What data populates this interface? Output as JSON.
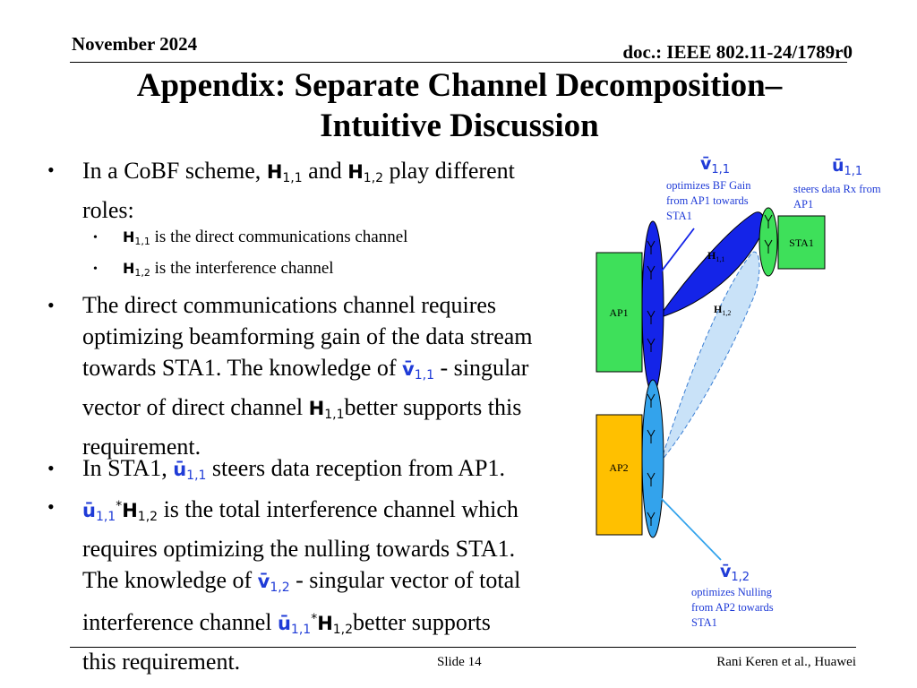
{
  "header": {
    "date": "November 2024",
    "doc": "doc.: IEEE 802.11-24/1789r0"
  },
  "title": {
    "line1": "Appendix: Separate Channel Decomposition–",
    "line2": "Intuitive Discussion"
  },
  "bullets": {
    "b1": {
      "pre": "In a CoBF scheme, ",
      "mid": " and ",
      "post": " play different",
      "line2": "roles:"
    },
    "s1": {
      "text": " is the direct communications channel"
    },
    "s2": {
      "text": " is the interference channel"
    },
    "b2": {
      "line1": "The direct communications channel requires",
      "line2": "optimizing beamforming gain of the data stream",
      "line3_pre": "towards STA1. The knowledge of ",
      "line3_post": " - singular",
      "line4_pre": "vector of direct channel ",
      "line4_post": "better supports this",
      "line5": "requirement."
    },
    "b3": {
      "pre": "In STA1, ",
      "post": " steers data reception from AP1."
    },
    "b4": {
      "line1_post": " is the total interference channel which",
      "line2": "requires optimizing the nulling towards STA1.",
      "line3_pre": "The knowledge of ",
      "line3_post": " - singular vector of total",
      "line4_pre": "interference channel ",
      "line4_post": "better supports",
      "line5": "this requirement."
    }
  },
  "math": {
    "H": "H",
    "v": "v̄",
    "u": "ū",
    "sub11": "1,1",
    "sub12": "1,2",
    "star": "*"
  },
  "diagram": {
    "ap1": "AP1",
    "ap2": "AP2",
    "sta1": "STA1",
    "h11": "H",
    "h11_sub": "1,1",
    "h12": "H",
    "h12_sub": "1,2",
    "ann_v11": {
      "l1": "optimizes BF Gain",
      "l2": "from AP1 towards",
      "l3": "STA1"
    },
    "ann_u11": {
      "l1": "steers data Rx from",
      "l2": "AP1"
    },
    "ann_v12": {
      "l1": "optimizes Nulling",
      "l2": "from AP2 towards",
      "l3": "STA1"
    },
    "colors": {
      "ap1": "#3ee05a",
      "ap2": "#ffc000",
      "sta1": "#3ee05a",
      "beam_dark": "#1424e8",
      "beam_light": "#33a3ec",
      "beam_pale": "#c9e2f8"
    }
  },
  "footer": {
    "slide": "Slide 14",
    "author": "Rani Keren et al., Huawei"
  }
}
